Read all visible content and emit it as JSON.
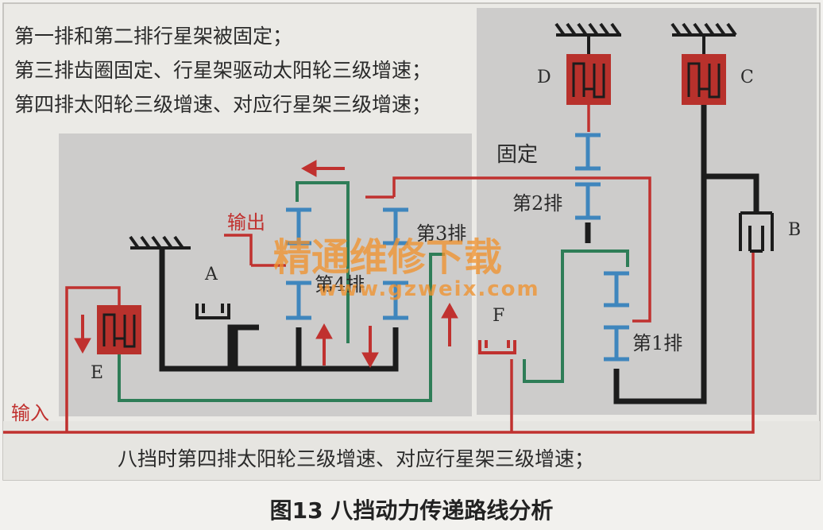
{
  "notes": {
    "line1": "第一排和第二排行星架被固定；",
    "line2": "第三排齿圈固定、行星架驱动太阳轮三级增速；",
    "line3": "第四排太阳轮三级增速、对应行星架三级增速；"
  },
  "labels": {
    "fixed": "固定",
    "row1": "第1排",
    "row2": "第2排",
    "row3": "第3排",
    "row4": "第4排",
    "output": "输出",
    "input": "输入",
    "A": "A",
    "B": "B",
    "C": "C",
    "D": "D",
    "E": "E",
    "F": "F"
  },
  "watermark": {
    "title": "精通维修下载",
    "url": "www.gzweix.com"
  },
  "bottom_note": "八挡时第四排太阳轮三级增速、对应行星架三级增速；",
  "caption": "图13 八挡动力传递路线分析",
  "colors": {
    "red": "#c0312f",
    "green": "#2e7d57",
    "blue": "#3f86bd",
    "black": "#1c1c1c",
    "panel": "#cfcfcf",
    "watermark": "#f0922e"
  }
}
